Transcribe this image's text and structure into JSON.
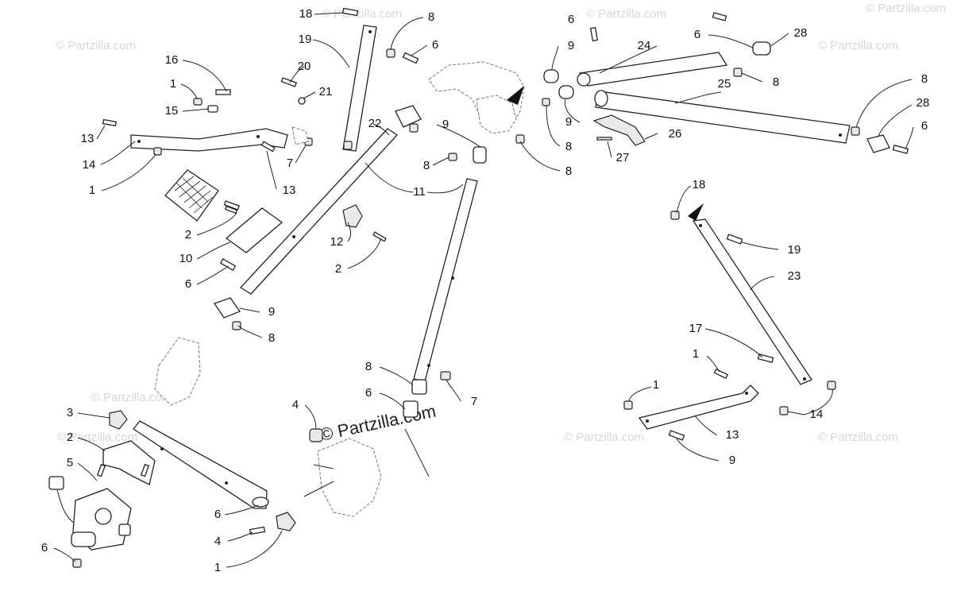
{
  "watermarks": [
    "© Partzilla.com",
    "© Partzilla.com",
    "© Partzilla.com",
    "© Partzilla.com",
    "© Partzilla.com",
    "© Partzilla.com",
    "© Partzilla.com",
    "© Partzilla.com",
    "© Partzilla.com",
    "© Partzilla.com"
  ],
  "callouts": [
    {
      "id": "c1",
      "text": "18"
    },
    {
      "id": "c2",
      "text": "8"
    },
    {
      "id": "c3",
      "text": "19"
    },
    {
      "id": "c4",
      "text": "6"
    },
    {
      "id": "c5",
      "text": "20"
    },
    {
      "id": "c6",
      "text": "21"
    },
    {
      "id": "c7",
      "text": "16"
    },
    {
      "id": "c8",
      "text": "1"
    },
    {
      "id": "c9",
      "text": "15"
    },
    {
      "id": "c10",
      "text": "13"
    },
    {
      "id": "c11",
      "text": "14"
    },
    {
      "id": "c12",
      "text": "1"
    },
    {
      "id": "c13",
      "text": "7"
    },
    {
      "id": "c14",
      "text": "13"
    },
    {
      "id": "c15",
      "text": "22"
    },
    {
      "id": "c16",
      "text": "9"
    },
    {
      "id": "c17",
      "text": "8"
    },
    {
      "id": "c18",
      "text": "11"
    },
    {
      "id": "c19",
      "text": "2"
    },
    {
      "id": "c20",
      "text": "10"
    },
    {
      "id": "c21",
      "text": "6"
    },
    {
      "id": "c22",
      "text": "12"
    },
    {
      "id": "c23",
      "text": "2"
    },
    {
      "id": "c24",
      "text": "9"
    },
    {
      "id": "c25",
      "text": "8"
    },
    {
      "id": "c26",
      "text": "6"
    },
    {
      "id": "c27",
      "text": "9"
    },
    {
      "id": "c28",
      "text": "24"
    },
    {
      "id": "c29",
      "text": "6"
    },
    {
      "id": "c30",
      "text": "28"
    },
    {
      "id": "c31",
      "text": "8"
    },
    {
      "id": "c32",
      "text": "9"
    },
    {
      "id": "c33",
      "text": "25"
    },
    {
      "id": "c34",
      "text": "8"
    },
    {
      "id": "c35",
      "text": "8"
    },
    {
      "id": "c36",
      "text": "28"
    },
    {
      "id": "c37",
      "text": "26"
    },
    {
      "id": "c38",
      "text": "27"
    },
    {
      "id": "c39",
      "text": "6"
    },
    {
      "id": "c40",
      "text": "8"
    },
    {
      "id": "c41",
      "text": "18"
    },
    {
      "id": "c42",
      "text": "19"
    },
    {
      "id": "c43",
      "text": "23"
    },
    {
      "id": "c44",
      "text": "17"
    },
    {
      "id": "c45",
      "text": "1"
    },
    {
      "id": "c46",
      "text": "1"
    },
    {
      "id": "c47",
      "text": "14"
    },
    {
      "id": "c48",
      "text": "13"
    },
    {
      "id": "c49",
      "text": "9"
    },
    {
      "id": "c50",
      "text": "8"
    },
    {
      "id": "c51",
      "text": "6"
    },
    {
      "id": "c52",
      "text": "7"
    },
    {
      "id": "c53",
      "text": "4"
    },
    {
      "id": "c54",
      "text": "3"
    },
    {
      "id": "c55",
      "text": "2"
    },
    {
      "id": "c56",
      "text": "5"
    },
    {
      "id": "c57",
      "text": "6"
    },
    {
      "id": "c58",
      "text": "4"
    },
    {
      "id": "c59",
      "text": "1"
    },
    {
      "id": "c60",
      "text": "6"
    }
  ]
}
